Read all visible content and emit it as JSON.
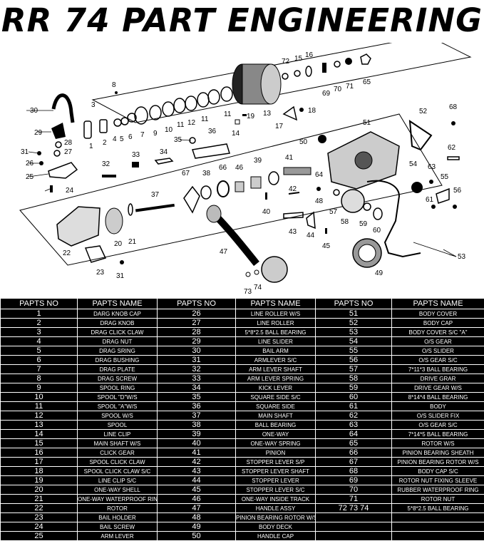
{
  "title": "RR 74 PART ENGINEERING",
  "callouts": [
    "1",
    "2",
    "3",
    "4",
    "5",
    "6",
    "7",
    "8",
    "9",
    "10",
    "11",
    "11",
    "11",
    "12",
    "13",
    "14",
    "15",
    "16",
    "17",
    "18",
    "19",
    "20",
    "21",
    "22",
    "23",
    "24",
    "25",
    "26",
    "27",
    "28",
    "29",
    "30",
    "31",
    "31",
    "32",
    "33",
    "34",
    "35",
    "36",
    "37",
    "38",
    "39",
    "40",
    "41",
    "42",
    "43",
    "44",
    "45",
    "46",
    "47",
    "48",
    "49",
    "50",
    "51",
    "52",
    "53",
    "54",
    "55",
    "56",
    "57",
    "58",
    "59",
    "60",
    "61",
    "62",
    "63",
    "64",
    "65",
    "66",
    "67",
    "68",
    "69",
    "70",
    "71",
    "72",
    "73",
    "74"
  ],
  "table": {
    "headers": [
      "PAPTS NO",
      "PAPTS NAME",
      "PAPTS NO",
      "PAPTS NAME",
      "PAPTS NO",
      "PAPTS NAME"
    ],
    "rows": [
      [
        "1",
        "DARG KNOB CAP",
        "26",
        "LINE ROLLER W/S",
        "51",
        "BODY COVER"
      ],
      [
        "2",
        "DRAG KNOB",
        "27",
        "LINE ROLLER",
        "52",
        "BODY CAP"
      ],
      [
        "3",
        "DRAG CLICK CLAW",
        "28",
        "5*8*2.5 BALL BEARING",
        "53",
        "BODY COVER S/C \"A\""
      ],
      [
        "4",
        "DRAG NUT",
        "29",
        "LINE SLIDER",
        "54",
        "O/S GEAR"
      ],
      [
        "5",
        "DRAG SRING",
        "30",
        "BAIL ARM",
        "55",
        "O/S SLIDER"
      ],
      [
        "6",
        "DRAG BUSHING",
        "31",
        "ARMLEVER S/C",
        "56",
        "O/S GEAR S/C"
      ],
      [
        "7",
        "DRAG PLATE",
        "32",
        "ARM LEVER SHAFT",
        "57",
        "7*11*3 BALL BEARING"
      ],
      [
        "8",
        "DRAG SCREW",
        "33",
        "ARM LEVER SPRING",
        "58",
        "DRIVE GRAR"
      ],
      [
        "9",
        "SPOOL RING",
        "34",
        "KICK LEVER",
        "59",
        "DRIVE GEAR W/S"
      ],
      [
        "10",
        "SPOOL \"D\"W/S",
        "35",
        "SQUARE SIDE S/C",
        "60",
        "8*14*4 BALL BEARING"
      ],
      [
        "11",
        "SPOOL \"A\"W/S",
        "36",
        "SQUARE SIDE",
        "61",
        "BODY"
      ],
      [
        "12",
        "SPOOL W/S",
        "37",
        "MAIN SHAFT",
        "62",
        "O/S SLIDER FIX"
      ],
      [
        "13",
        "SPOOL",
        "38",
        "BALL BEARING",
        "63",
        "O/S GEAR S/C"
      ],
      [
        "14",
        "LINE CLIP",
        "39",
        "ONE-WAY",
        "64",
        "7*14*5 BALL BEARING"
      ],
      [
        "15",
        "MAIN SHAFT W/S",
        "40",
        "ONE-WAY SPRING",
        "65",
        "ROTOR W/S"
      ],
      [
        "16",
        "CLICK GEAR",
        "41",
        "PINION",
        "66",
        "PINION BEARING SHEATH"
      ],
      [
        "17",
        "SPOOL CLICK CLAW",
        "42",
        "STOPPER LEVER S/P",
        "67",
        "PINION BEARING ROTOR W/S"
      ],
      [
        "18",
        "SPOOL CLICK CLAW S/C",
        "43",
        "STOPPER LEVER SHAFT",
        "68",
        "BODY CAP S/C"
      ],
      [
        "19",
        "LINE CLIP S/C",
        "44",
        "STOPPER LEVER",
        "69",
        "ROTOR NUT FIXING SLEEVE"
      ],
      [
        "20",
        "ONE-WAY SHELL",
        "45",
        "STOPPER LEVER S/C",
        "70",
        "RUBBER WATERPROOF RING"
      ],
      [
        "21",
        "ONE-WAY WATERPROOF RING",
        "46",
        "ONE-WAY INSIDE TRACK",
        "71",
        "ROTOR NUT"
      ],
      [
        "22",
        "ROTOR",
        "47",
        "HANDLE ASSY",
        "72 73 74",
        "5*8*2.5 BALL BEARING"
      ],
      [
        "23",
        "BAIL HOLDER",
        "48",
        "PINION BEARING ROTOR W/S S/C",
        "",
        ""
      ],
      [
        "24",
        "BAIL SCREW",
        "49",
        "BODY DECK",
        "",
        ""
      ],
      [
        "25",
        "ARM LEVER",
        "50",
        "HANDLE CAP",
        "",
        ""
      ]
    ]
  }
}
